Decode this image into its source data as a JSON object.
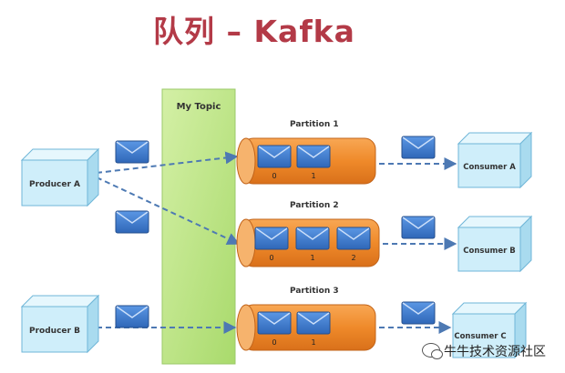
{
  "title": "队列 – Kafka",
  "topic": {
    "label": "My Topic",
    "color": "#bfe58f"
  },
  "producers": [
    {
      "label": "Producer A"
    },
    {
      "label": "Producer B"
    }
  ],
  "partitions": [
    {
      "label": "Partition 1",
      "messages": [
        "0",
        "1"
      ]
    },
    {
      "label": "Partition 2",
      "messages": [
        "0",
        "1",
        "2"
      ]
    },
    {
      "label": "Partition 3",
      "messages": [
        "0",
        "1"
      ]
    }
  ],
  "consumers": [
    {
      "label": "Consumer A"
    },
    {
      "label": "Consumer B"
    },
    {
      "label": "Consumer C"
    }
  ],
  "colors": {
    "title": "#b33a47",
    "partition_fill": "#f08a2c",
    "partition_end": "#f6b36d",
    "box_fill": "#cfeefa",
    "box_border": "#6fb6d8",
    "envelope_fill": "#4a86d6",
    "arrow": "#4d79b3"
  },
  "watermark": "牛牛技术资源社区"
}
